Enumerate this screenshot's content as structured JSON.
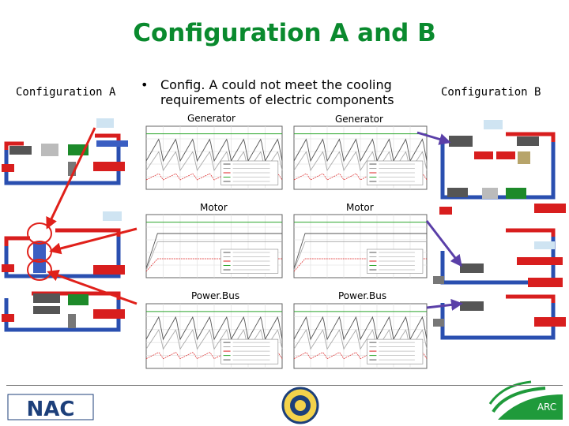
{
  "title": "Configuration A and B",
  "left_label": "Configuration  A",
  "right_label": "Configuration  B",
  "bullet": {
    "marker": "•",
    "text": "Config. A could not meet the cooling requirements of electric components"
  },
  "plots": {
    "generator_a": "Generator",
    "generator_b": "Generator",
    "motor_a": "Motor",
    "motor_b": "Motor",
    "powerbus_a": "Power.Bus",
    "powerbus_b": "Power.Bus"
  },
  "logos": {
    "left": "NAC",
    "right": "ARC"
  },
  "colors": {
    "title": "#0a8a2e",
    "arrow_red": "#e0201a",
    "arrow_blue": "#5a3fa8",
    "coolant_blue": "#2a4fb0",
    "coolant_red": "#d81e1e"
  }
}
